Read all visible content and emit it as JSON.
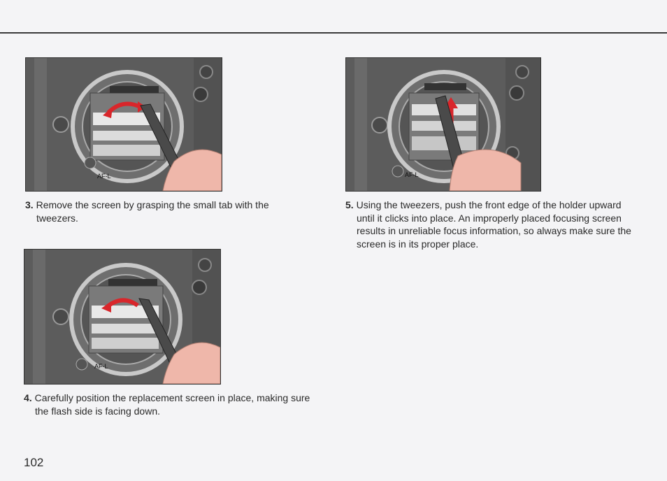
{
  "page": {
    "number": "102"
  },
  "steps": [
    {
      "id": "3",
      "number": "3.",
      "text": "Remove the screen by grasping the small tab with the tweezers."
    },
    {
      "id": "5",
      "number": "5.",
      "text": "Using the tweezers, push the front edge of the holder upward until it clicks into place. An improperly placed focusing screen results in unreliable focus information, so always make sure the screen is in its proper place."
    },
    {
      "id": "4",
      "number": "4.",
      "text": "Carefully position the replacement screen in place, making sure the flash side is facing down."
    }
  ],
  "figures": {
    "label_afl": "AF-L",
    "arrow_color": "#d9262b",
    "hand_color": "#efb7aa",
    "body_color": "#5c5c5c"
  }
}
